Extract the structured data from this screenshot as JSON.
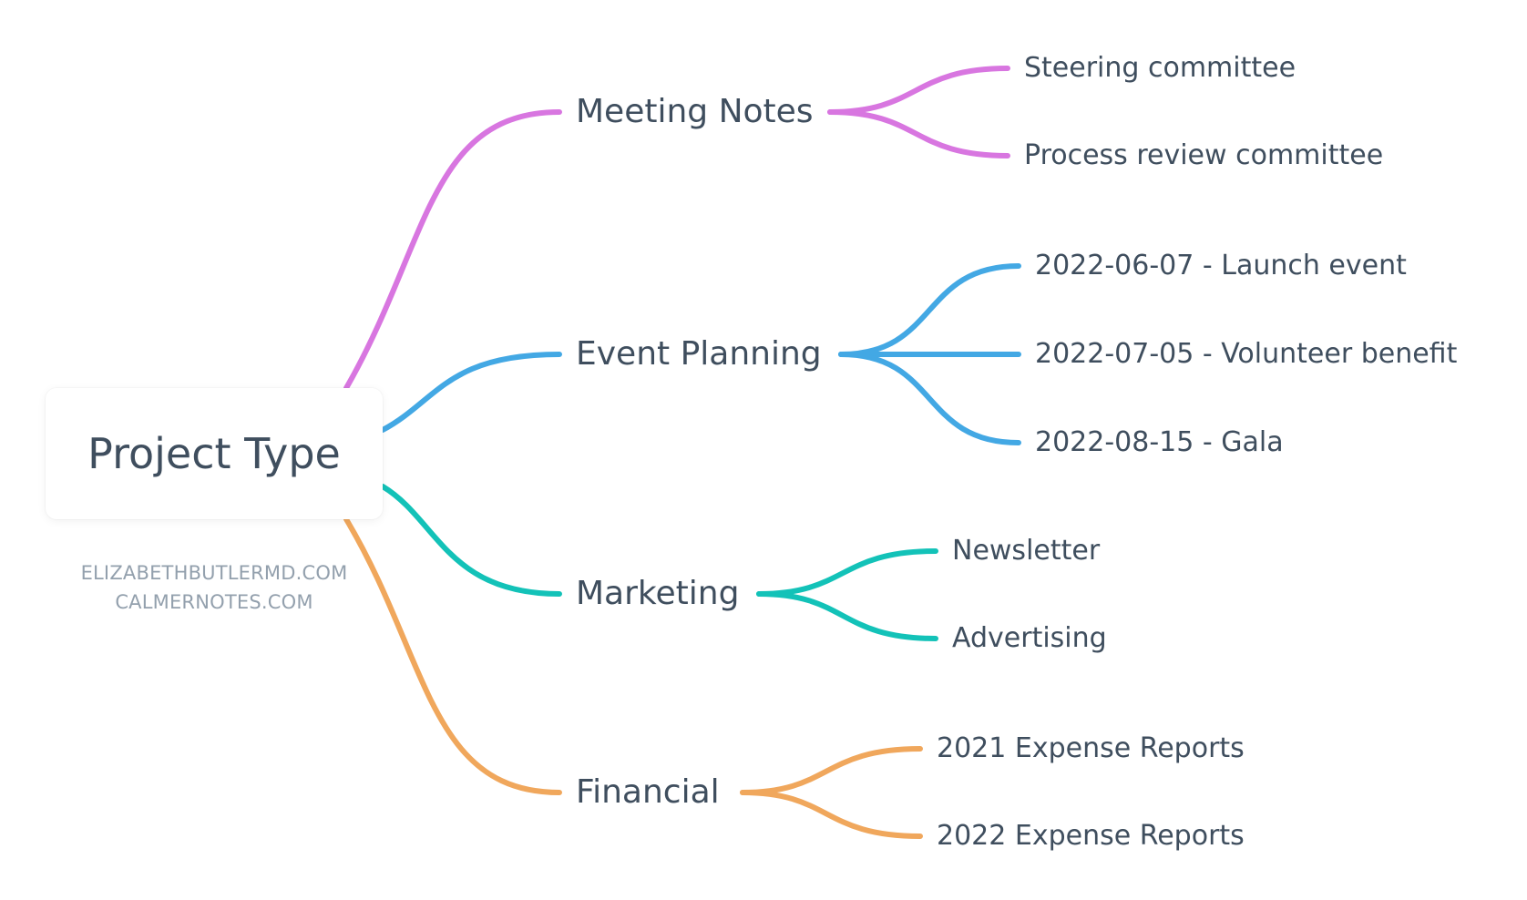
{
  "root": {
    "label": "Project Type"
  },
  "watermark": {
    "line1": "ELIZABETHBUTLERMD.COM",
    "line2": "CALMERNOTES.COM"
  },
  "branches": [
    {
      "label": "Meeting Notes",
      "color": "#d876e0",
      "children": [
        "Steering committee",
        "Process review committee"
      ]
    },
    {
      "label": "Event Planning",
      "color": "#43a8e4",
      "children": [
        "2022-06-07 - Launch event",
        "2022-07-05 - Volunteer benefit",
        "2022-08-15 - Gala"
      ]
    },
    {
      "label": "Marketing",
      "color": "#13c2b8",
      "children": [
        "Newsletter",
        "Advertising"
      ]
    },
    {
      "label": "Financial",
      "color": "#f0a75c",
      "children": [
        "2021 Expense Reports",
        "2022 Expense Reports"
      ]
    }
  ]
}
